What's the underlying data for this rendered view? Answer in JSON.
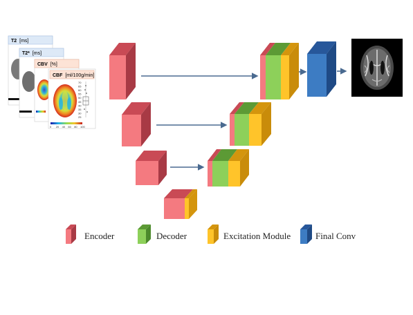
{
  "input_panels": {
    "t2": {
      "title": "T2",
      "unit": "[ms]"
    },
    "t2star": {
      "title": "T2*",
      "unit": "[ms]"
    },
    "cbv": {
      "title": "CBV",
      "unit": "[%]"
    },
    "cbf": {
      "title": "CBF",
      "unit": "[ml/100g/min]"
    },
    "cbf_axis_ticks": [
      "70",
      "65",
      "60",
      "55",
      "50",
      "45",
      "40",
      "35",
      "30",
      "25"
    ],
    "cbf_colorbar_ticks": [
      "0",
      "20",
      "40",
      "60",
      "80",
      "100"
    ]
  },
  "legend": {
    "encoder": "Encoder",
    "decoder": "Decoder",
    "excitation": "Excitation Module",
    "final_conv": "Final Conv"
  },
  "colors": {
    "encoder": "#f47a80",
    "encoder_dark": "#c94a55",
    "decoder": "#8dd05a",
    "decoder_dark": "#5c9a35",
    "excitation": "#ffc42a",
    "excitation_dark": "#d4950d",
    "final_conv": "#3d7cc3",
    "final_conv_dark": "#27579a",
    "arrow": "#4a6a90"
  }
}
